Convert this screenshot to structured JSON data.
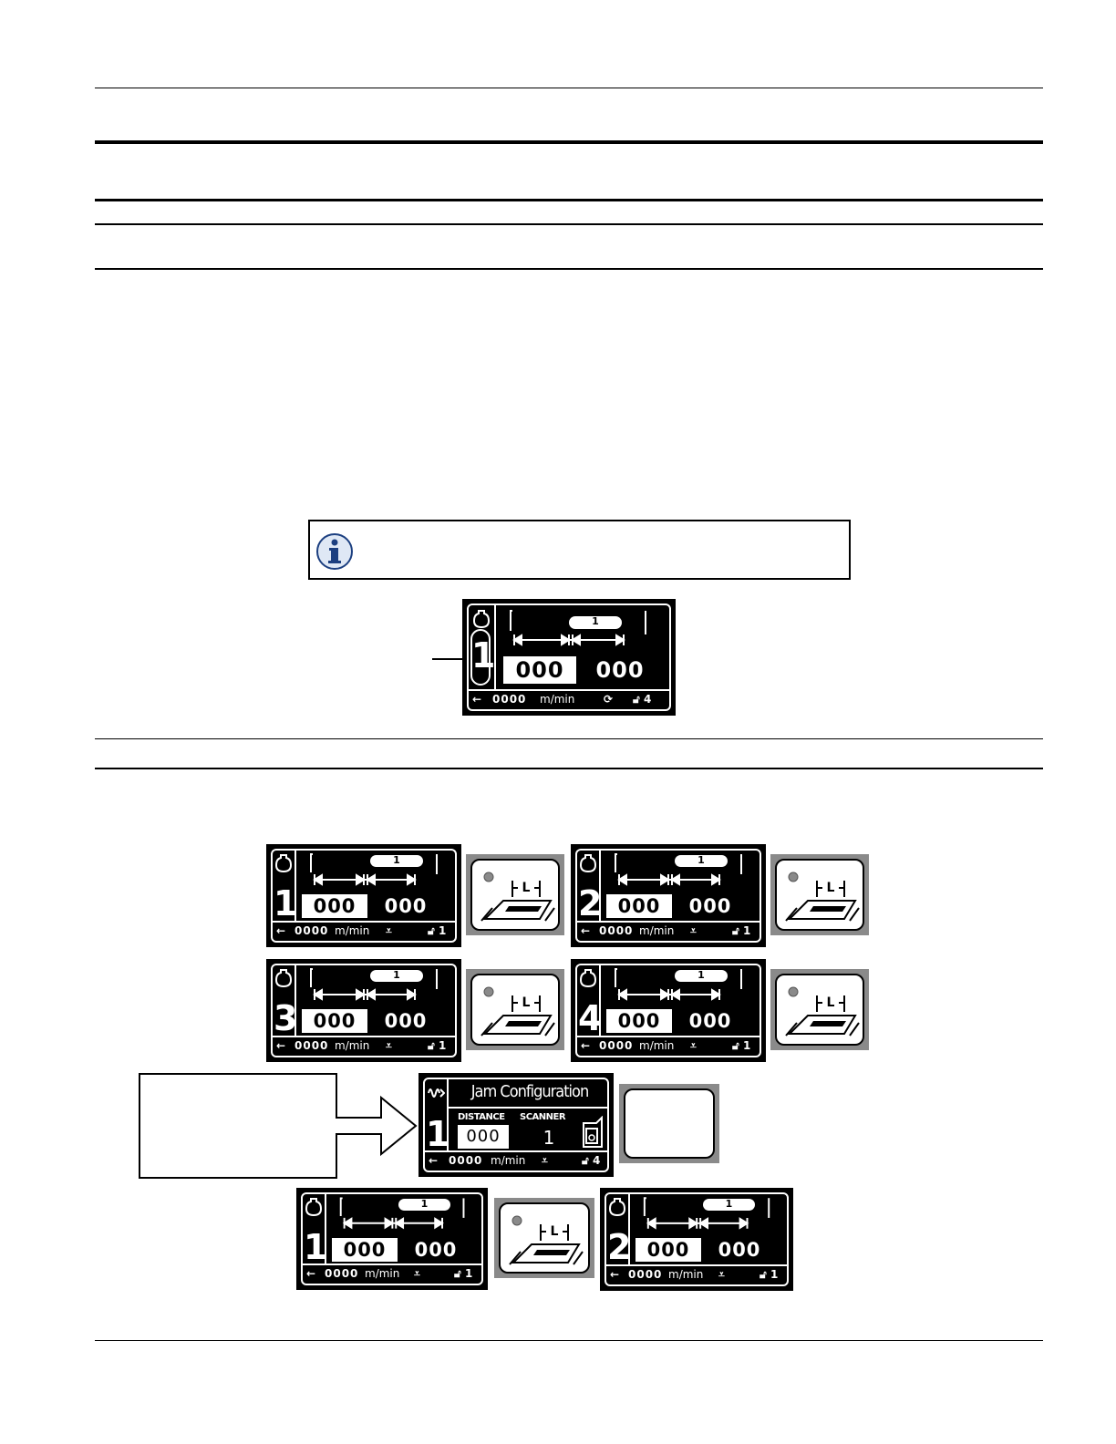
{
  "main_display": {
    "channel": "1",
    "scanner_value": "1",
    "value_left": "000",
    "value_right": "000",
    "speed": "0000",
    "speed_unit": "m/min",
    "lock_level": "4"
  },
  "channel_displays": [
    {
      "channel": "1",
      "scanner_value": "1",
      "value_left": "000",
      "value_right": "000",
      "speed": "0000",
      "speed_unit": "m/min",
      "lock_level": "1"
    },
    {
      "channel": "2",
      "scanner_value": "1",
      "value_left": "000",
      "value_right": "000",
      "speed": "0000",
      "speed_unit": "m/min",
      "lock_level": "1"
    },
    {
      "channel": "3",
      "scanner_value": "1",
      "value_left": "000",
      "value_right": "000",
      "speed": "0000",
      "speed_unit": "m/min",
      "lock_level": "1"
    },
    {
      "channel": "4",
      "scanner_value": "1",
      "value_left": "000",
      "value_right": "000",
      "speed": "0000",
      "speed_unit": "m/min",
      "lock_level": "1"
    },
    {
      "channel": "1",
      "scanner_value": "1",
      "value_left": "000",
      "value_right": "000",
      "speed": "0000",
      "speed_unit": "m/min",
      "lock_level": "1"
    },
    {
      "channel": "2",
      "scanner_value": "1",
      "value_left": "000",
      "value_right": "000",
      "speed": "0000",
      "speed_unit": "m/min",
      "lock_level": "1"
    }
  ],
  "jam_display": {
    "title": "Jam Configuration",
    "channel": "1",
    "distance_label": "DISTANCE",
    "distance_value": "000",
    "scanner_label": "SCANNER",
    "scanner_value": "1",
    "speed": "0000",
    "speed_unit": "m/min",
    "lock_level": "4"
  },
  "icons": {
    "info": "info-icon",
    "button": "length-button-icon",
    "arrow": "arrow-right-icon",
    "back": "back-arrow-icon",
    "lock": "lock-icon",
    "refresh": "refresh-icon",
    "download": "download-icon",
    "bottle": "bottle-icon"
  }
}
